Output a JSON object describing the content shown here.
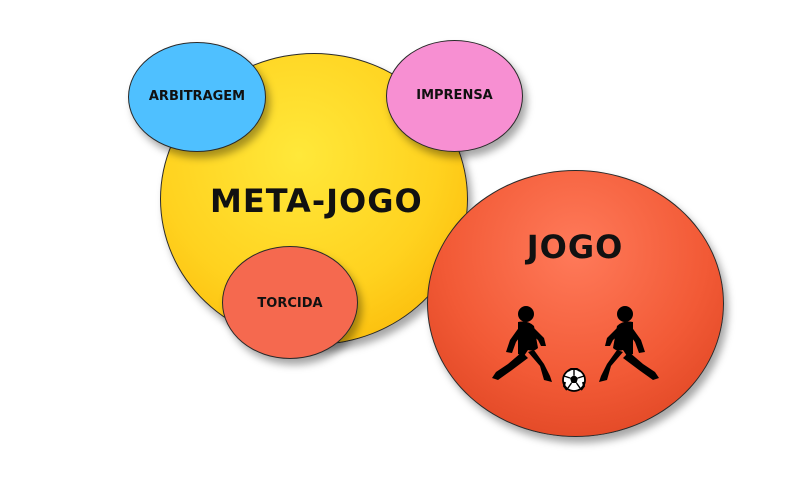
{
  "diagram": {
    "meta_jogo": {
      "label": "META-JOGO",
      "color": "#FFD21F"
    },
    "jogo": {
      "label": "JOGO",
      "color": "#F25A36"
    },
    "arbitragem": {
      "label": "ARBITRAGEM",
      "color": "#4FC0FF"
    },
    "imprensa": {
      "label": "IMPRENSA",
      "color": "#F78FD2"
    },
    "torcida": {
      "label": "TORCIDA",
      "color": "#F5694F"
    },
    "illustration": [
      "player-silhouette-icon",
      "soccer-ball-icon",
      "player-silhouette-icon"
    ]
  }
}
